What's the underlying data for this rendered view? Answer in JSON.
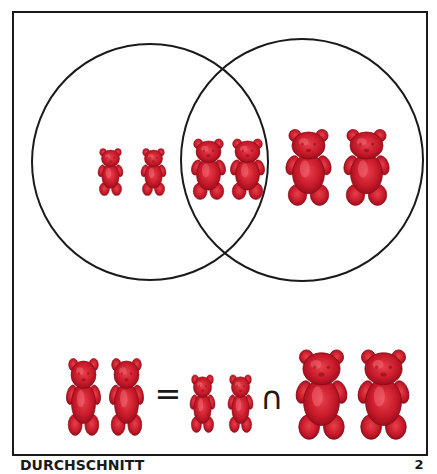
{
  "diagram": {
    "caption": "DURCHSCHNITT",
    "labels": [
      "=",
      "∩",
      "2"
    ]
  }
}
